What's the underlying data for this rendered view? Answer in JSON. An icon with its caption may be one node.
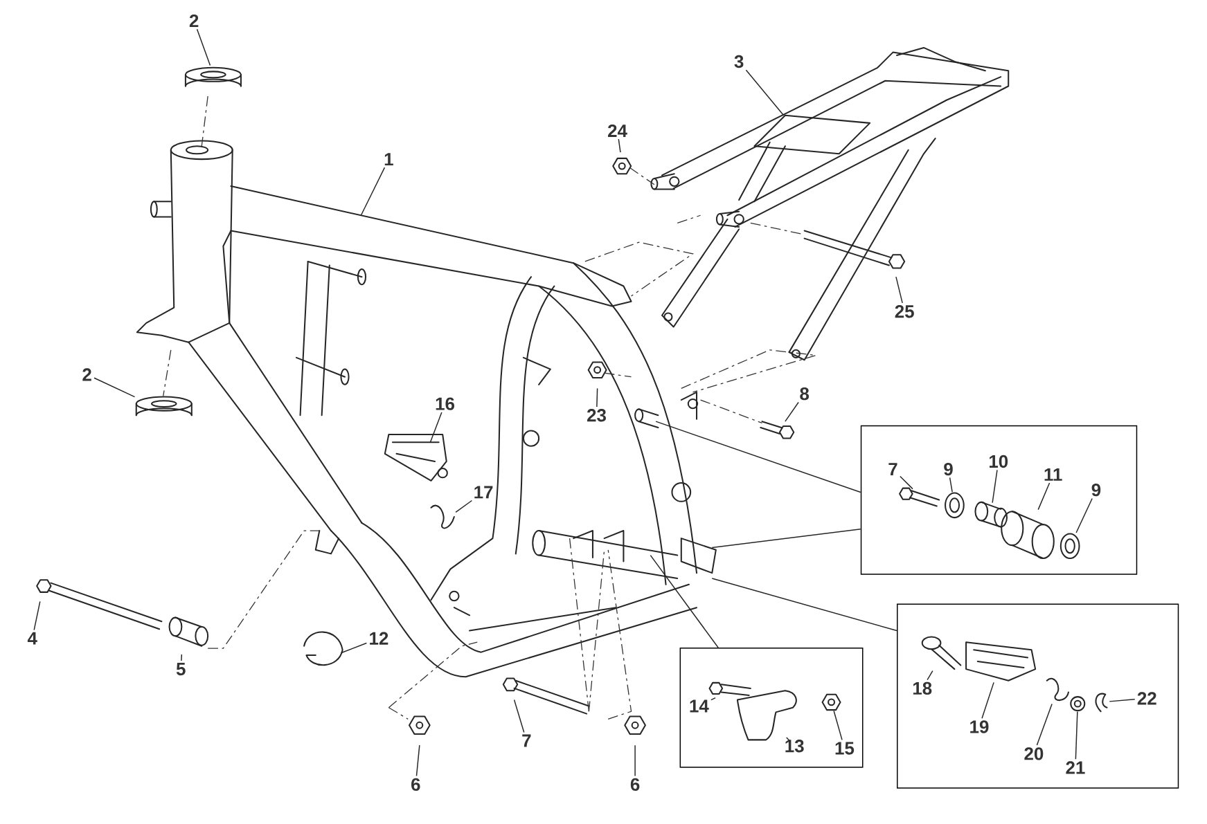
{
  "diagram": {
    "nodes": [
      {
        "text": [
          "2"
        ]
      },
      {
        "text": [
          "1"
        ]
      },
      {
        "text": [
          "3"
        ]
      },
      {
        "text": [
          "24"
        ]
      },
      {
        "text": [
          "25"
        ]
      },
      {
        "text": [
          "2"
        ]
      },
      {
        "text": [
          "23"
        ]
      },
      {
        "text": [
          "8"
        ]
      },
      {
        "text": [
          "16"
        ]
      },
      {
        "text": [
          "17"
        ]
      },
      {
        "text": [
          "4"
        ]
      },
      {
        "text": [
          "5"
        ]
      },
      {
        "text": [
          "12"
        ]
      },
      {
        "text": [
          "6"
        ]
      },
      {
        "text": [
          "7"
        ]
      },
      {
        "text": [
          "6"
        ]
      },
      {
        "text": [],
        "shape": "box"
      },
      {
        "text": [
          "7"
        ],
        "in": 16
      },
      {
        "text": [
          "9"
        ],
        "in": 16
      },
      {
        "text": [
          "10"
        ],
        "in": 16
      },
      {
        "text": [
          "11"
        ],
        "in": 16
      },
      {
        "text": [
          "9"
        ],
        "in": 16
      },
      {
        "text": [],
        "shape": "box"
      },
      {
        "text": [
          "14"
        ],
        "in": 22
      },
      {
        "text": [
          "13"
        ],
        "in": 22
      },
      {
        "text": [
          "15"
        ],
        "in": 22
      },
      {
        "text": [],
        "shape": "box"
      },
      {
        "text": [
          "18"
        ],
        "in": 26
      },
      {
        "text": [
          "19"
        ],
        "in": 26
      },
      {
        "text": [
          "20"
        ],
        "in": 26
      },
      {
        "text": [
          "21"
        ],
        "in": 26
      },
      {
        "text": [
          "22"
        ],
        "in": 26
      },
      {
        "text": [],
        "shape": "picture",
        "in": 16
      },
      {
        "text": [],
        "shape": "picture",
        "in": 16
      },
      {
        "text": [],
        "shape": "picture",
        "in": 16
      },
      {
        "text": [],
        "shape": "picture",
        "in": 16
      },
      {
        "text": [],
        "shape": "picture",
        "in": 16
      },
      {
        "text": [],
        "shape": "picture",
        "in": 22
      },
      {
        "text": [],
        "shape": "picture",
        "in": 22
      },
      {
        "text": [],
        "shape": "picture",
        "in": 22
      },
      {
        "text": [],
        "shape": "picture",
        "in": 26
      },
      {
        "text": [],
        "shape": "picture",
        "in": 26
      },
      {
        "text": [],
        "shape": "picture",
        "in": 26
      },
      {
        "text": [],
        "shape": "picture",
        "in": 26
      },
      {
        "text": [],
        "shape": "picture",
        "in": 26
      }
    ],
    "edges": [
      {
        "from": 0,
        "to": null,
        "arrow": "none"
      },
      {
        "from": 1,
        "to": null,
        "arrow": "none"
      },
      {
        "from": 2,
        "to": null,
        "arrow": "none"
      },
      {
        "from": 3,
        "to": null,
        "arrow": "none"
      },
      {
        "from": 4,
        "to": null,
        "arrow": "none"
      },
      {
        "from": 5,
        "to": null,
        "arrow": "none"
      },
      {
        "from": 6,
        "to": null,
        "arrow": "none"
      },
      {
        "from": 7,
        "to": null,
        "arrow": "none"
      },
      {
        "from": 8,
        "to": null,
        "arrow": "none"
      },
      {
        "from": 9,
        "to": null,
        "arrow": "none"
      },
      {
        "from": 10,
        "to": null,
        "arrow": "none"
      },
      {
        "from": 11,
        "to": null,
        "arrow": "none"
      },
      {
        "from": 12,
        "to": null,
        "arrow": "none"
      },
      {
        "from": 13,
        "to": null,
        "arrow": "none"
      },
      {
        "from": 14,
        "to": null,
        "arrow": "none"
      },
      {
        "from": 15,
        "to": null,
        "arrow": "none"
      },
      {
        "from": 17,
        "to": 32,
        "arrow": "none"
      },
      {
        "from": 18,
        "to": 33,
        "arrow": "none"
      },
      {
        "from": 19,
        "to": 34,
        "arrow": "none"
      },
      {
        "from": 20,
        "to": 35,
        "arrow": "none"
      },
      {
        "from": 21,
        "to": 36,
        "arrow": "none"
      },
      {
        "from": 23,
        "to": 37,
        "arrow": "none"
      },
      {
        "from": 24,
        "to": 38,
        "arrow": "none"
      },
      {
        "from": 25,
        "to": 39,
        "arrow": "none"
      },
      {
        "from": 27,
        "to": 40,
        "arrow": "none"
      },
      {
        "from": 28,
        "to": 41,
        "arrow": "none"
      },
      {
        "from": 29,
        "to": 42,
        "arrow": "none"
      },
      {
        "from": 30,
        "to": 43,
        "arrow": "none"
      },
      {
        "from": 31,
        "to": 44,
        "arrow": "none"
      },
      {
        "from": null,
        "to": 16,
        "arrow": "none"
      },
      {
        "from": null,
        "to": 16,
        "arrow": "none"
      },
      {
        "from": null,
        "to": 22,
        "arrow": "none"
      },
      {
        "from": null,
        "to": 26,
        "arrow": "none"
      }
    ]
  }
}
